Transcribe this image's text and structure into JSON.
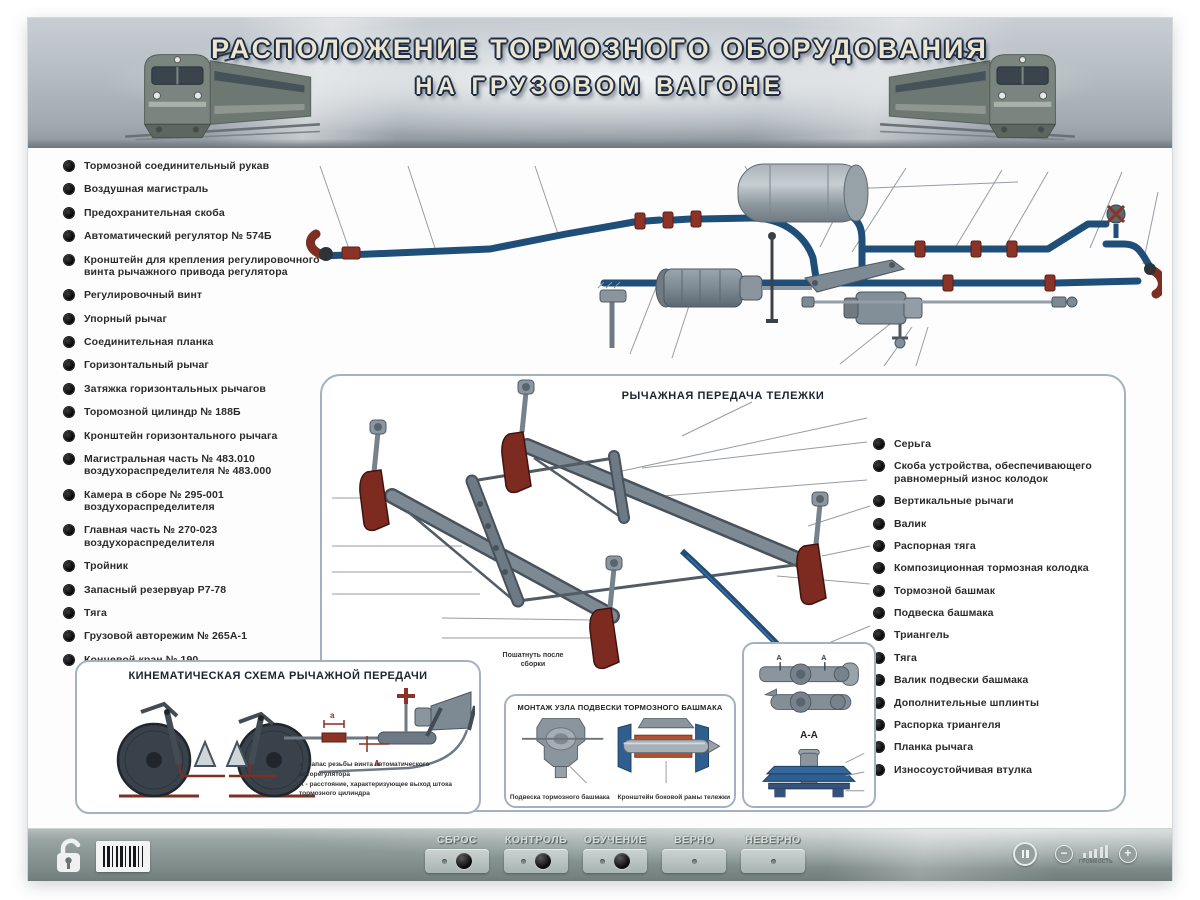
{
  "header": {
    "title_line1": "РАСПОЛОЖЕНИЕ ТОРМОЗНОГО ОБОРУДОВАНИЯ",
    "title_line2": "НА ГРУЗОВОМ ВАГОНЕ"
  },
  "left_list": {
    "items": [
      "Тормозной соединительный рукав",
      "Воздушная магистраль",
      "Предохранительная скоба",
      "Автоматический регулятор № 574Б",
      "Кронштейн для крепления регулировочного винта рычажного привода регулятора",
      "Регулировочный винт",
      "Упорный рычаг",
      "Соединительная планка",
      "Горизонтальный рычаг",
      "Затяжка горизонтальных рычагов",
      "Торомозной цилиндр № 188Б",
      "Кронштейн горизонтального рычага",
      "Магистральная часть № 483.010 воздухораспределителя № 483.000",
      "Камера в сборе № 295-001 воздухораспределителя",
      "Главная часть № 270-023 воздухораспределителя",
      "Тройник",
      "Запасный резервуар Р7-78",
      "Тяга",
      "Грузовой авторежим № 265А-1",
      "Концевой кран № 190"
    ]
  },
  "bogie_panel": {
    "title": "РЫЧАЖНАЯ ПЕРЕДАЧА ТЕЛЕЖКИ",
    "note": "Пошатнуть после сборки",
    "items": [
      "Серьга",
      "Скоба устройства, обеспечивающего равномерный износ колодок",
      "Вертикальные рычаги",
      "Валик",
      "Распорная тяга",
      "Композиционная тормозная колодка",
      "Тормозной башмак",
      "Подвеска башмака",
      "Триангель",
      "Тяга",
      "Валик подвески башмака",
      "Дополнительные шплинты",
      "Распорка триангеля",
      "Планка рычага",
      "Износоустойчивая втулка"
    ]
  },
  "montage_panel": {
    "title": "МОНТАЖ УЗЛА ПОДВЕСКИ ТОРМОЗНОГО БАШМАКА",
    "captions": [
      "Подвеска тормозного башмака",
      "Кронштейн боковой рамы тележки"
    ]
  },
  "section_view": {
    "label": "А-А",
    "marker": "А"
  },
  "kinematic_panel": {
    "title": "КИНЕМАТИЧЕСКАЯ СХЕМА РЫЧАЖНОЙ ПЕРЕДАЧИ",
    "notes": [
      "а - запас резьбы винта автоматического авторегулятора",
      "А - расстояние, характеризующее выход штока тормозного цилиндра"
    ],
    "marker_a": "а",
    "marker_A": "А"
  },
  "control_bar": {
    "buttons": [
      {
        "label": "СБРОС",
        "active": true
      },
      {
        "label": "КОНТРОЛЬ",
        "active": true
      },
      {
        "label": "ОБУЧЕНИЕ",
        "active": true
      },
      {
        "label": "ВЕРНО",
        "active": false
      },
      {
        "label": "НЕВЕРНО",
        "active": false
      }
    ],
    "volume_label": "ГРОМКОСТЬ"
  },
  "icons": {
    "lock": "open-padlock",
    "barcode": "barcode",
    "pause": "pause",
    "volume_down": "minus",
    "volume_up": "plus"
  },
  "colors": {
    "pipe_blue": "#1f4e79",
    "brake_shoe_red": "#7d2a21",
    "steel_gray": "#7d8a93",
    "panel_border": "#a3b1c2",
    "footer_bg": "#8a9795",
    "title_fill": "#ede6cf",
    "title_outline": "#1d2c47"
  }
}
